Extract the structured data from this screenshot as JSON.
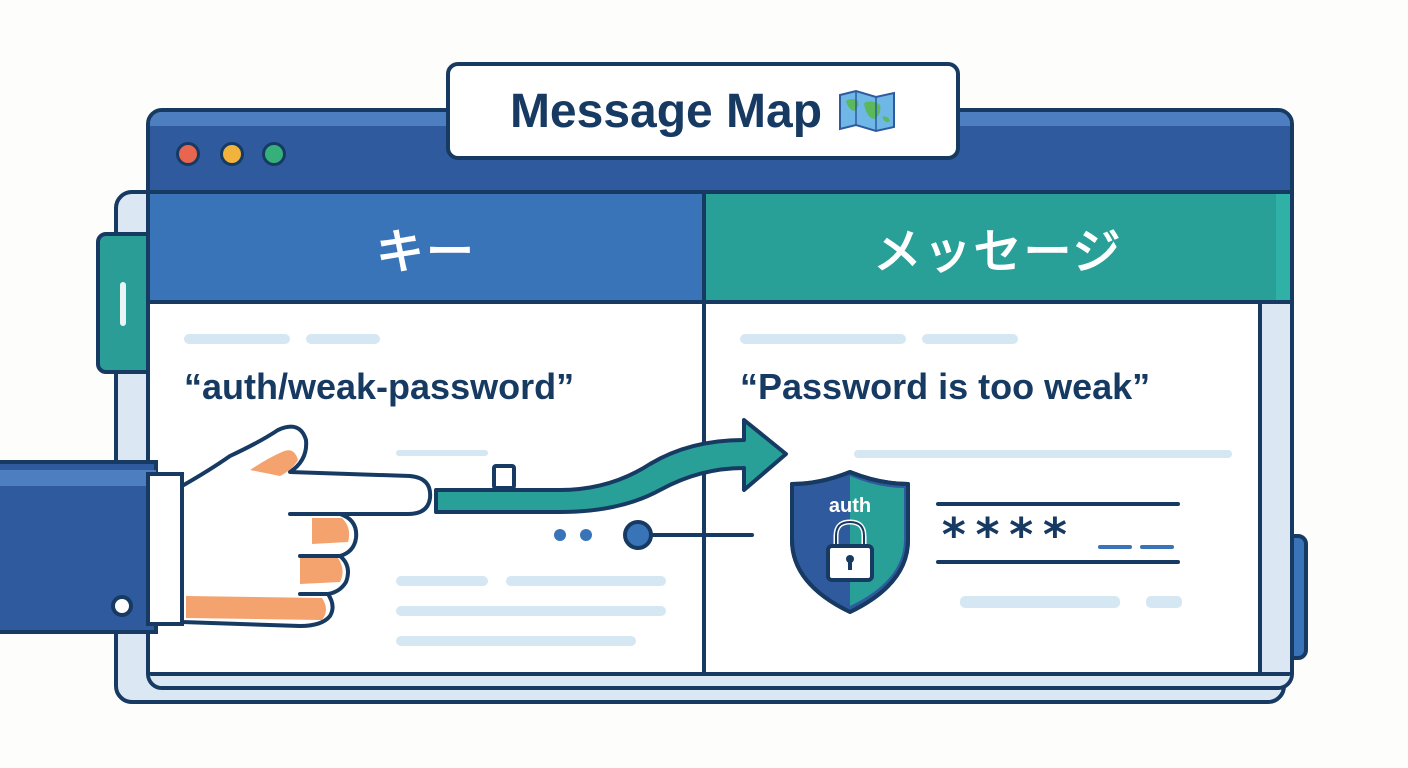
{
  "title": {
    "text": "Message Map",
    "icon": "map-icon"
  },
  "window_controls": [
    "close",
    "minimize",
    "maximize"
  ],
  "columns": {
    "key": {
      "header": "キー",
      "value": "“auth/weak-password”"
    },
    "message": {
      "header": "メッセージ",
      "value": "“Password is too weak”"
    }
  },
  "shield": {
    "label": "auth",
    "icon": "lock-icon"
  },
  "password_field": {
    "masked": "****"
  },
  "colors": {
    "navy": "#173a63",
    "blue": "#3a74b8",
    "teal": "#28a098",
    "skin": "#f4a26e",
    "placeholder": "#d5e7f3"
  }
}
